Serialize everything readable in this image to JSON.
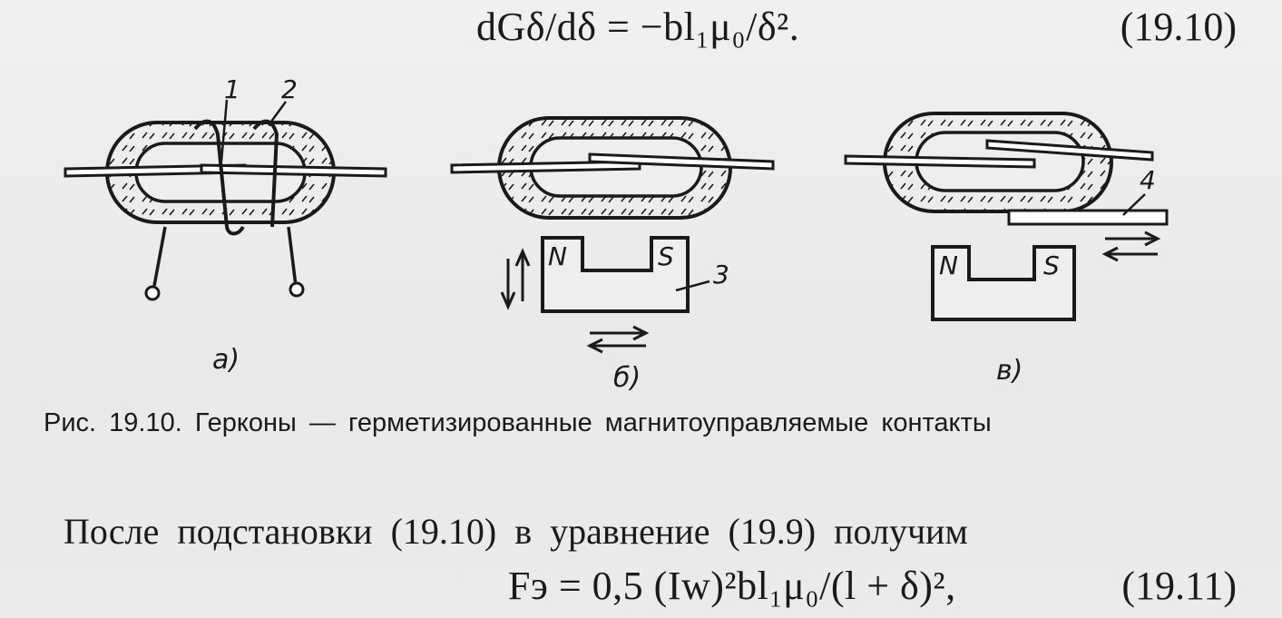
{
  "equations": [
    {
      "id": "eq-19-10",
      "text": "dGδ/dδ = −bl₁μ₀/δ².",
      "number": "(19.10)"
    },
    {
      "id": "eq-19-11",
      "text": "Fэ = 0,5 (Iw)²bl₁μ₀/(l + δ)²,",
      "number": "(19.11)"
    }
  ],
  "figure": {
    "panels": [
      {
        "label": "a)",
        "numbers": [
          "1",
          "2"
        ]
      },
      {
        "label": "б)",
        "numbers": [
          "3"
        ],
        "magnet_poles": [
          "N",
          "S"
        ]
      },
      {
        "label": "в)",
        "numbers": [
          "4"
        ],
        "magnet_poles": [
          "N",
          "S"
        ]
      }
    ]
  },
  "caption": "Рис. 19.10. Герконы — герметизированные магнитоуправляемые контакты",
  "paragraph": "После подстановки (19.10) в уравнение (19.9) получим"
}
